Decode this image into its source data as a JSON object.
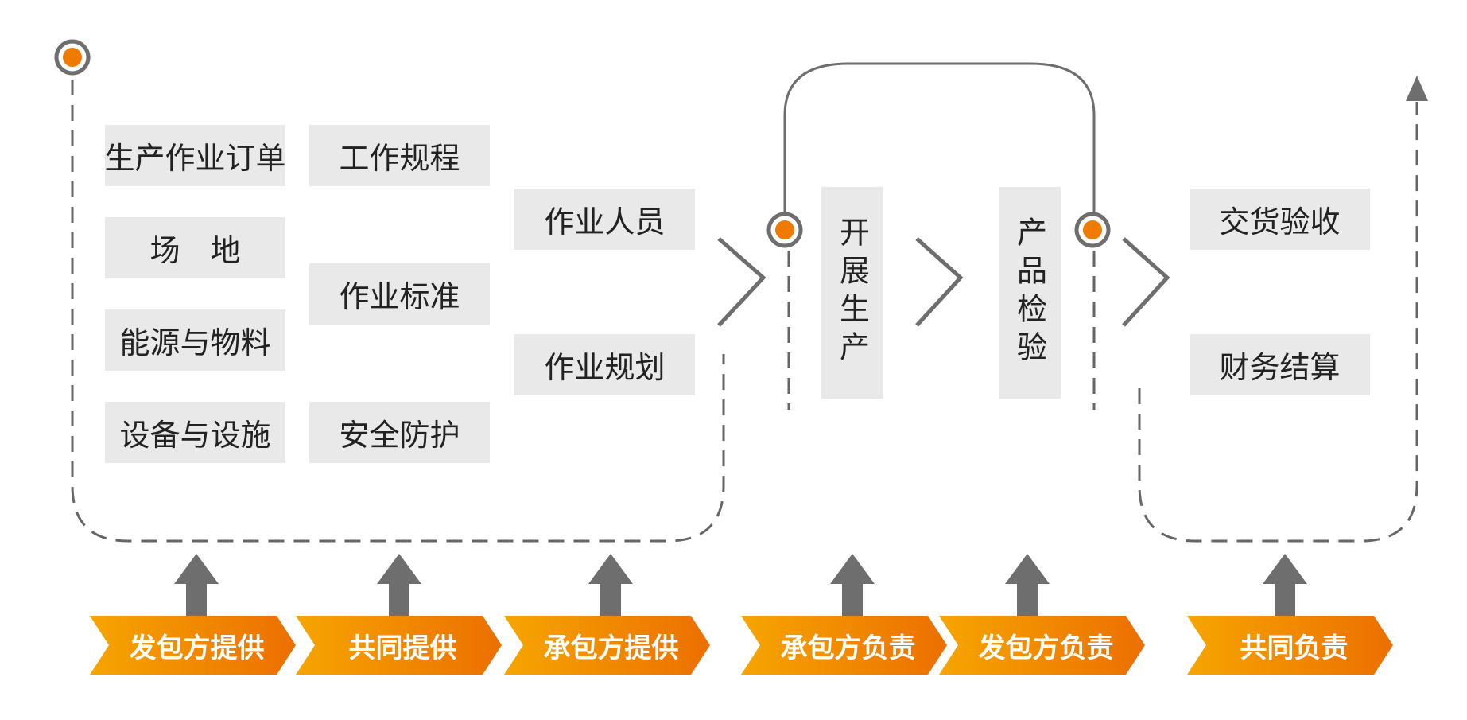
{
  "resources": {
    "col1": [
      "生产作业订单",
      "场　地",
      "能源与物料",
      "设备与设施"
    ],
    "col2": [
      "工作规程",
      "作业标准",
      "安全防护"
    ],
    "col3": [
      "作业人员",
      "作业规划"
    ]
  },
  "stages": {
    "production": "开展生产",
    "inspection": "产品检验"
  },
  "delivery": {
    "items": [
      "交货验收",
      "财务结算"
    ]
  },
  "responsibility": {
    "labels": [
      "发包方提供",
      "共同提供",
      "承包方提供",
      "承包方负责",
      "发包方负责",
      "共同负责"
    ]
  },
  "colors": {
    "accent": "#ef7a00",
    "accent_light": "#f6a500",
    "line": "#6e6e6e",
    "dash": "#666666",
    "box": "#e9e9e9"
  }
}
